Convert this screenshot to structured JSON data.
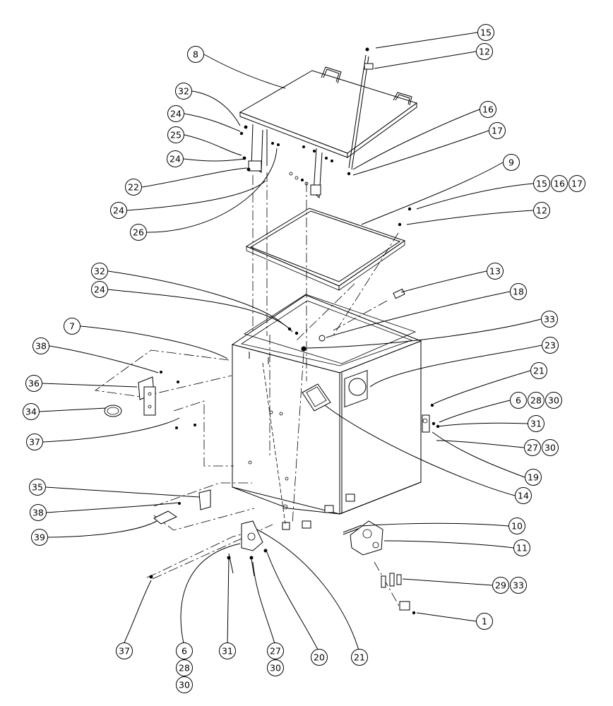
{
  "callouts": {
    "c_1": "1",
    "c_6a": "6",
    "c_28a": "28",
    "c_30a": "30",
    "c_6b": "6",
    "c_28b": "28",
    "c_30b": "30",
    "c_7": "7",
    "c_8": "8",
    "c_9": "9",
    "c_10": "10",
    "c_11": "11",
    "c_12a": "12",
    "c_12b": "12",
    "c_13": "13",
    "c_14": "14",
    "c_15a": "15",
    "c_15b": "15",
    "c_16a": "16",
    "c_16b": "16",
    "c_17a": "17",
    "c_17b": "17",
    "c_18": "18",
    "c_19": "19",
    "c_20": "20",
    "c_21a": "21",
    "c_21b": "21",
    "c_22": "22",
    "c_23": "23",
    "c_24a": "24",
    "c_24b": "24",
    "c_24c": "24",
    "c_24d": "24",
    "c_25": "25",
    "c_26": "26",
    "c_27a": "27",
    "c_30c": "30",
    "c_27b": "27",
    "c_30d": "30",
    "c_29": "29",
    "c_33a": "33",
    "c_31a": "31",
    "c_31b": "31",
    "c_32a": "32",
    "c_32b": "32",
    "c_33b": "33",
    "c_34": "34",
    "c_35": "35",
    "c_36": "36",
    "c_37a": "37",
    "c_37b": "37",
    "c_38a": "38",
    "c_38b": "38",
    "c_39": "39"
  }
}
